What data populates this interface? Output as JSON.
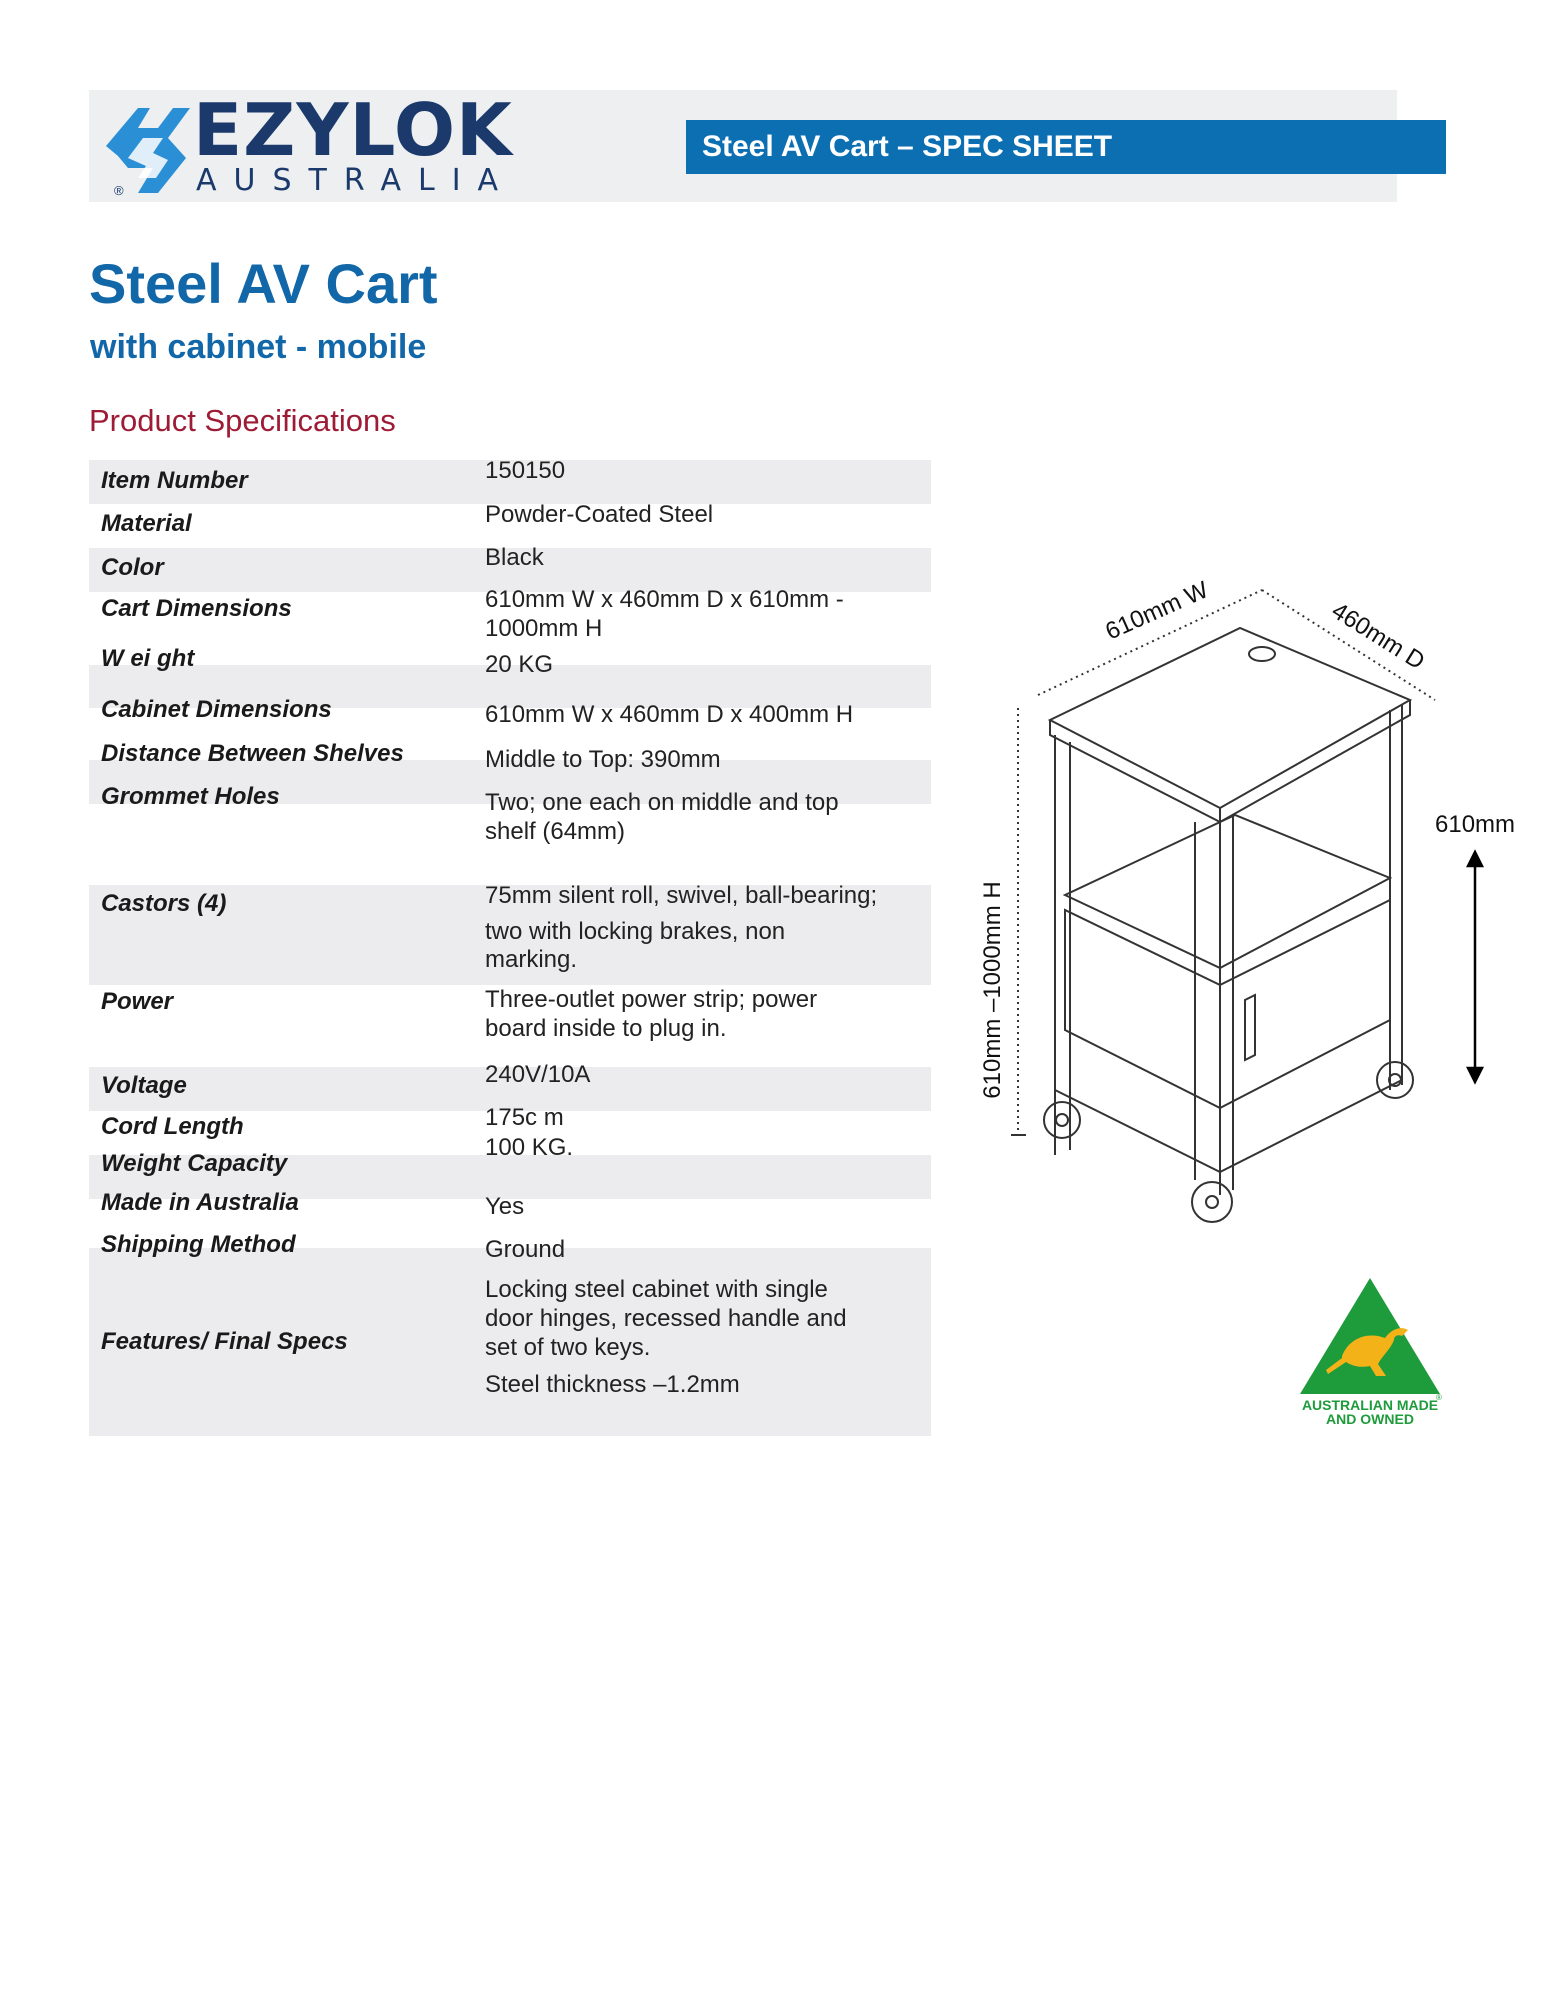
{
  "header": {
    "logo_word": "EZYLOK",
    "logo_sub": "AUSTRALIA",
    "logo_reg": "®",
    "banner": "Steel AV Cart – SPEC SHEET"
  },
  "title": "Steel AV Cart",
  "subtitle": "with cabinet - mobile",
  "section_title": "Product Specifications",
  "specs": [
    {
      "label": "Item Number",
      "value": [
        "150150"
      ]
    },
    {
      "label": "Material",
      "value": [
        "Powder-Coated Steel"
      ]
    },
    {
      "label": "Color",
      "value": [
        "Black"
      ]
    },
    {
      "label": "Cart Dimensions",
      "value": [
        "610mm W x 460mm D x 610mm -",
        "1000mm H"
      ]
    },
    {
      "label": "W ei ght",
      "value": [
        "20 KG"
      ]
    },
    {
      "label": "Cabinet Dimensions",
      "value": [
        "610mm W x 460mm D x 400mm H"
      ]
    },
    {
      "label": "Distance Between Shelves",
      "value": [
        "Middle to Top: 390mm"
      ]
    },
    {
      "label": "Grommet Holes",
      "value": [
        "Two; one each on middle and top",
        "shelf (64mm)"
      ]
    },
    {
      "label": "Castors (4)",
      "value": [
        "75mm silent roll, swivel, ball-bearing;",
        "two with locking brakes, non",
        "marking."
      ]
    },
    {
      "label": "Power",
      "value": [
        "Three-outlet power strip; power",
        "board inside to plug in."
      ]
    },
    {
      "label": "Voltage",
      "value": [
        "240V/10A"
      ]
    },
    {
      "label": "Cord Length",
      "value": [
        "175c m",
        "100 KG."
      ]
    },
    {
      "label": "Weight Capacity",
      "value": []
    },
    {
      "label": "Made in Australia",
      "value": [
        "Yes"
      ]
    },
    {
      "label": "Shipping Method",
      "value": [
        "Ground"
      ]
    },
    {
      "label": "Features/ Final Specs",
      "value": [
        "Locking steel cabinet with single",
        "door hinges, recessed handle and",
        "set of two keys.",
        "Steel thickness –1.2mm"
      ]
    }
  ],
  "diagram": {
    "width_label": "610mm W",
    "depth_label": "460mm D",
    "height_label": "610mm –1000mm H",
    "adjust_label": "610mm"
  },
  "badge": {
    "line1": "AUSTRALIAN MADE",
    "line2": "AND OWNED",
    "reg": "®",
    "colors": {
      "triangle": "#1e9b3b",
      "kangaroo": "#f3b217"
    }
  }
}
